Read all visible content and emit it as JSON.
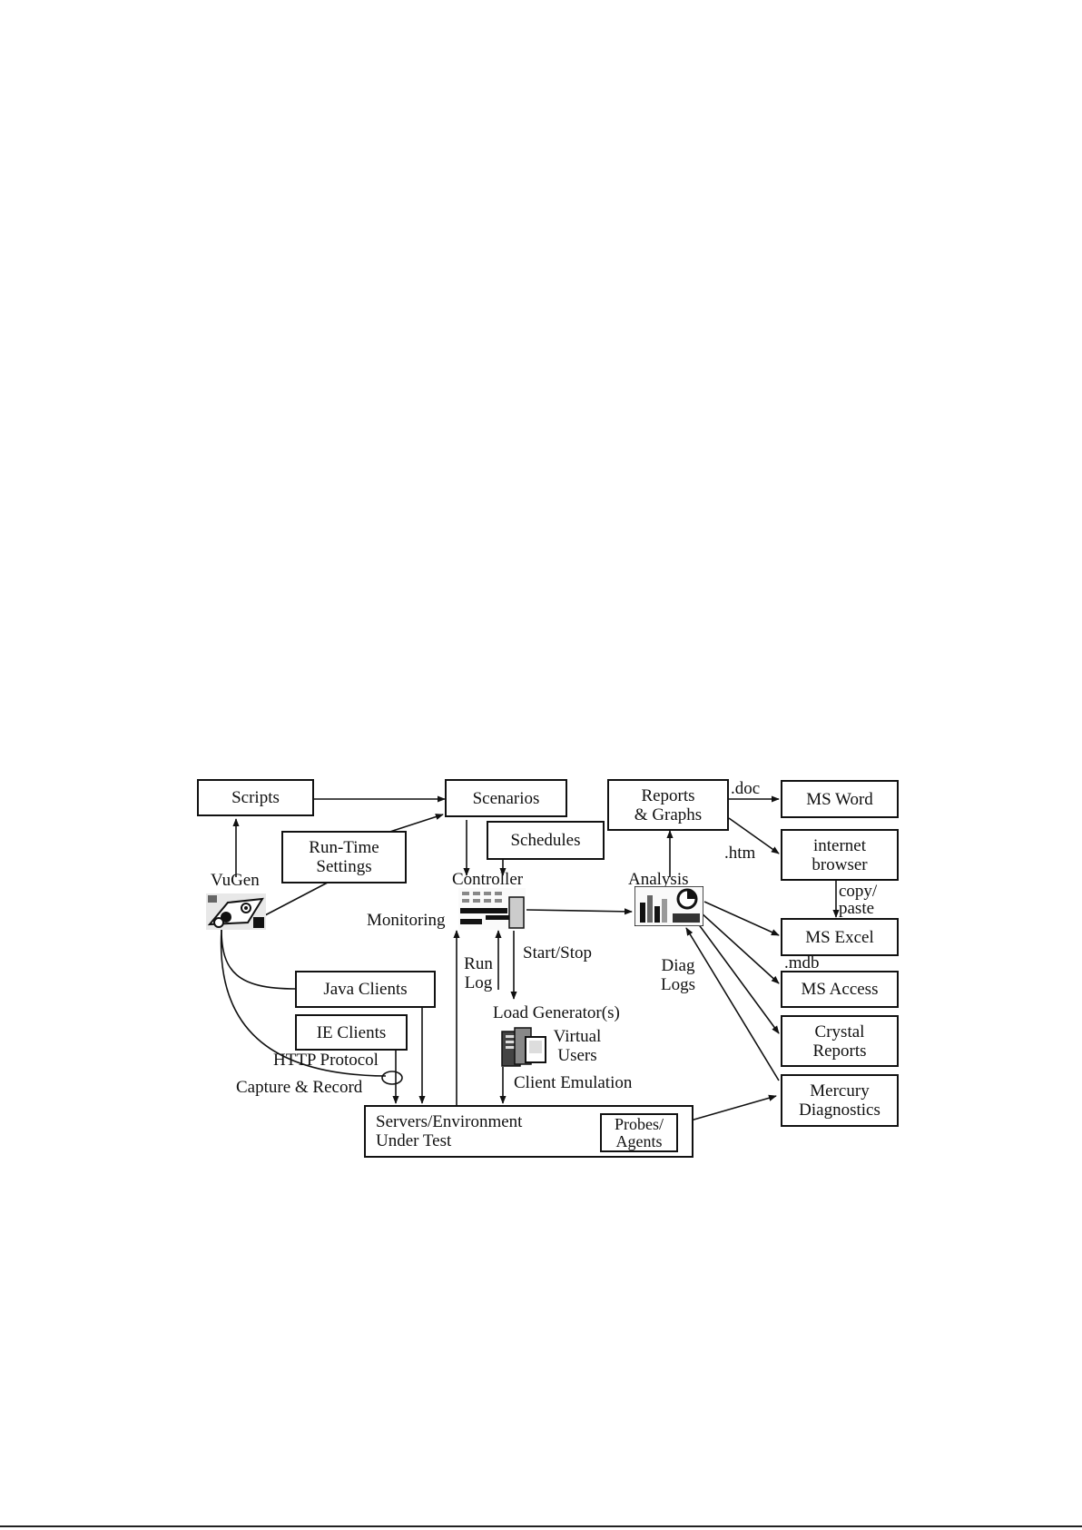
{
  "diagram": {
    "boxes": {
      "scripts": "Scripts",
      "scenarios": "Scenarios",
      "reports_graphs": [
        "Reports",
        "& Graphs"
      ],
      "ms_word": "MS Word",
      "internet_browser": [
        "internet",
        "browser"
      ],
      "run_time_settings": [
        "Run-Time",
        "Settings"
      ],
      "schedules": "Schedules",
      "ms_excel": "MS Excel",
      "ms_access": "MS Access",
      "crystal_reports": [
        "Crystal",
        "Reports"
      ],
      "mercury_diagnostics": [
        "Mercury",
        "Diagnostics"
      ],
      "java_clients": "Java Clients",
      "ie_clients": "IE Clients",
      "servers_environment": [
        "Servers/Environment",
        "Under Test"
      ],
      "probes_agents": [
        "Probes/",
        "Agents"
      ]
    },
    "labels": {
      "vugen": "VuGen",
      "controller": "Controller",
      "monitoring": "Monitoring",
      "analysis": "Analysis",
      "start_stop": "Start/Stop",
      "run_log": [
        "Run",
        "Log"
      ],
      "diag_logs": [
        "Diag",
        "Logs"
      ],
      "load_generators": "Load Generator(s)",
      "virtual_users": [
        "Virtual",
        "Users"
      ],
      "client_emulation": "Client Emulation",
      "http_protocol": "HTTP Protocol",
      "capture_record": "Capture & Record",
      "doc": ".doc",
      "htm": ".htm",
      "copy_paste": [
        "copy/",
        "paste"
      ],
      "mdb": ".mdb"
    },
    "icons": {
      "vugen": "vugen-icon",
      "controller": "controller-icon",
      "analysis": "analysis-icon",
      "load_generator": "server-icon"
    }
  }
}
